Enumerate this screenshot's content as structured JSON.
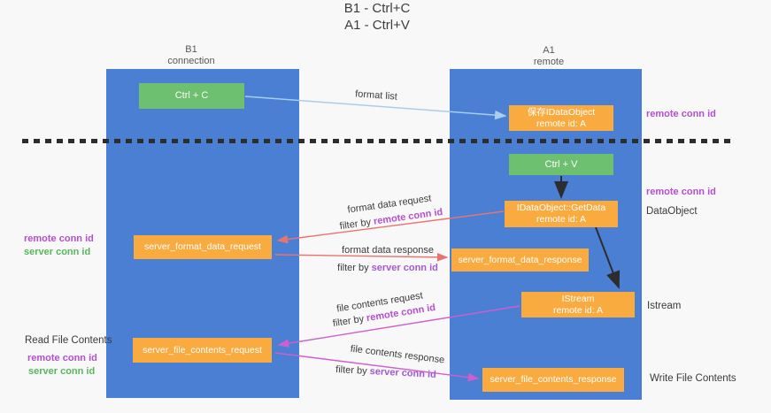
{
  "title": {
    "line1": "B1 - Ctrl+C",
    "line2": "A1 - Ctrl+V"
  },
  "lanes": {
    "left": {
      "name": "B1",
      "role": "connection"
    },
    "right": {
      "name": "A1",
      "role": "remote"
    }
  },
  "boxes": {
    "ctrl_c": {
      "label": "Ctrl + C"
    },
    "saved_dataobject": {
      "line1": "保存IDataObject",
      "line2": "remote id: A"
    },
    "ctrl_v": {
      "label": "Ctrl + V"
    },
    "getdata": {
      "line1": "IDataObject::GetData",
      "line2": "remote id: A"
    },
    "format_request": {
      "label": "server_format_data_request"
    },
    "format_response": {
      "label": "server_format_data_response"
    },
    "istream": {
      "line1": "IStream",
      "line2": "remote id: A"
    },
    "file_request": {
      "label": "server_file_contents_request"
    },
    "file_response": {
      "label": "server_file_contents_response"
    }
  },
  "flow": {
    "format_list": "format list",
    "format_data_request": "format data request",
    "format_data_response": "format data response",
    "file_contents_request": "file contents request",
    "file_contents_response": "file contents response",
    "filter_by": "filter by",
    "remote_conn_id": "remote conn id",
    "server_conn_id": "server conn id"
  },
  "side": {
    "remote_conn_id": "remote conn id",
    "server_conn_id": "server conn id",
    "dataobject": "DataObject",
    "istream": "Istream",
    "read_file_contents": "Read File Contents",
    "write_file_contents": "Write File Contents"
  },
  "colors": {
    "lane_blue": "#4a7fd3",
    "box_orange": "#f9ab40",
    "box_green": "#6ec071",
    "arrow_lightblue": "#a9cdee",
    "arrow_black": "#2d2d2d",
    "arrow_salmon": "#e8756d",
    "arrow_magenta": "#cf5ecf",
    "keyword_magenta": "#b44fd0",
    "keyword_purple": "#a05ad2",
    "keyword_green": "#56b75c"
  }
}
